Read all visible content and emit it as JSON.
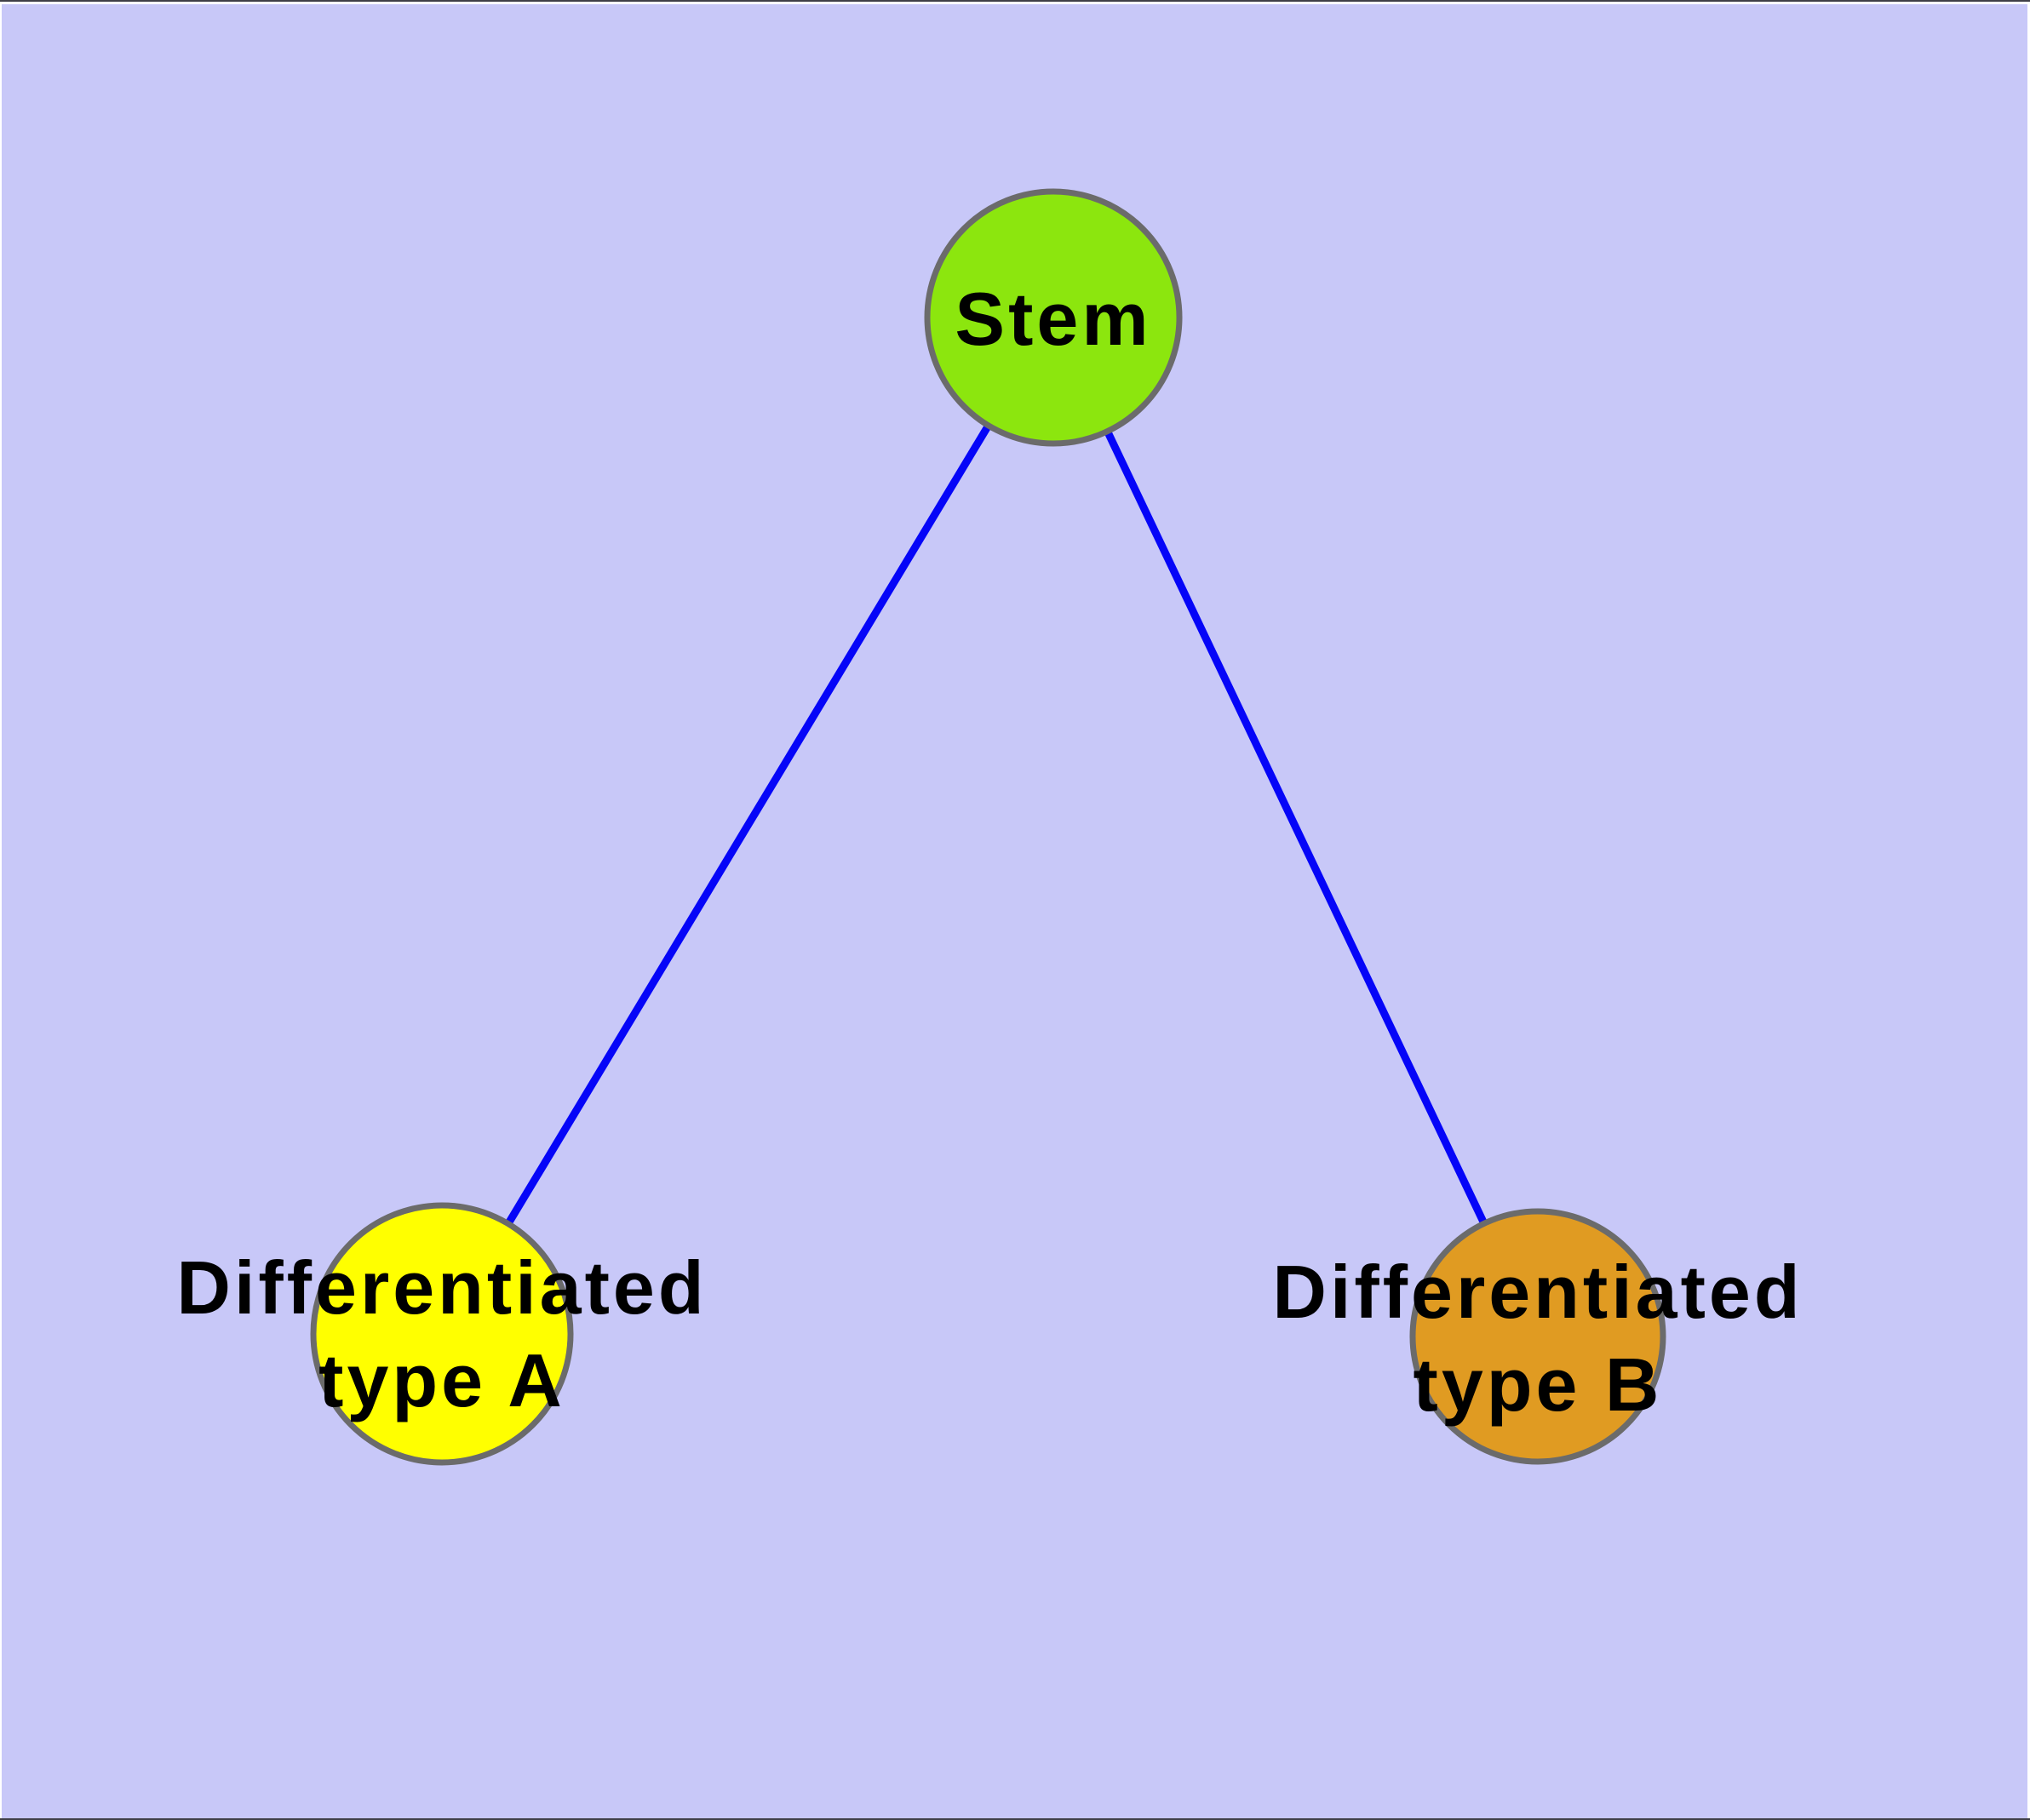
{
  "diagram": {
    "type": "graph",
    "background_color": "#c8c8f8",
    "edge_color": "#0505f8",
    "node_border_color": "#6b6b6b",
    "label_color": "#000000",
    "nodes": [
      {
        "id": "stem",
        "fill": "#8ce60e",
        "label_lines": [
          "Stem"
        ]
      },
      {
        "id": "differentiated-type-a",
        "fill": "#ffff00",
        "label_lines": [
          "Differentiated",
          "type A"
        ]
      },
      {
        "id": "differentiated-type-b",
        "fill": "#e09b22",
        "label_lines": [
          "Differentiated",
          "type B"
        ]
      }
    ],
    "edges": [
      {
        "from": "stem",
        "to": "differentiated-type-a"
      },
      {
        "from": "stem",
        "to": "differentiated-type-b"
      }
    ]
  }
}
